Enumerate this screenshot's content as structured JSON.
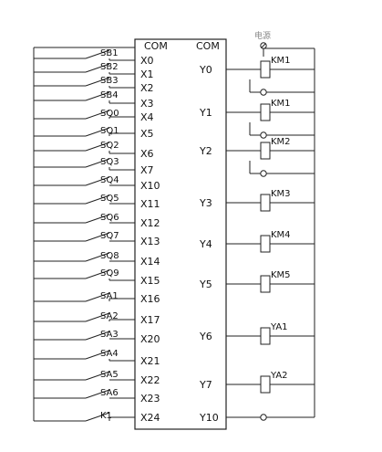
{
  "plc": {
    "com_left": "COM",
    "com_right": "COM",
    "power_label": "电源"
  },
  "switches": [
    {
      "label": "SB1",
      "input": "X0"
    },
    {
      "label": "SB2",
      "input": "X1"
    },
    {
      "label": "SB3",
      "input": "X2"
    },
    {
      "label": "SB4",
      "input": "X3"
    },
    {
      "label": "SQ0",
      "input": "X4"
    },
    {
      "label": "SQ1",
      "input": "X5"
    },
    {
      "label": "SQ2",
      "input": "X6"
    },
    {
      "label": "SQ3",
      "input": "X7"
    },
    {
      "label": "SQ4",
      "input": "X10"
    },
    {
      "label": "SQ5",
      "input": "X11"
    },
    {
      "label": "SQ6",
      "input": "X12"
    },
    {
      "label": "SQ7",
      "input": "X13"
    },
    {
      "label": "SQ8",
      "input": "X14"
    },
    {
      "label": "SQ9",
      "input": "X15"
    },
    {
      "label": "SA1",
      "input": "X16"
    },
    {
      "label": "SA2",
      "input": "X17"
    },
    {
      "label": "SA3",
      "input": "X20"
    },
    {
      "label": "SA4",
      "input": "X21"
    },
    {
      "label": "SA5",
      "input": "X22"
    },
    {
      "label": "SA6",
      "input": "X23"
    },
    {
      "label": "K1",
      "input": "X24"
    }
  ],
  "outputs": [
    "Y0",
    "Y1",
    "Y2",
    "Y3",
    "Y4",
    "Y5",
    "Y6",
    "Y7",
    "Y10"
  ],
  "loads": [
    "KM1",
    "KM1",
    "KM2",
    "KM3",
    "KM4",
    "KM5",
    "YA1",
    "YA2"
  ]
}
